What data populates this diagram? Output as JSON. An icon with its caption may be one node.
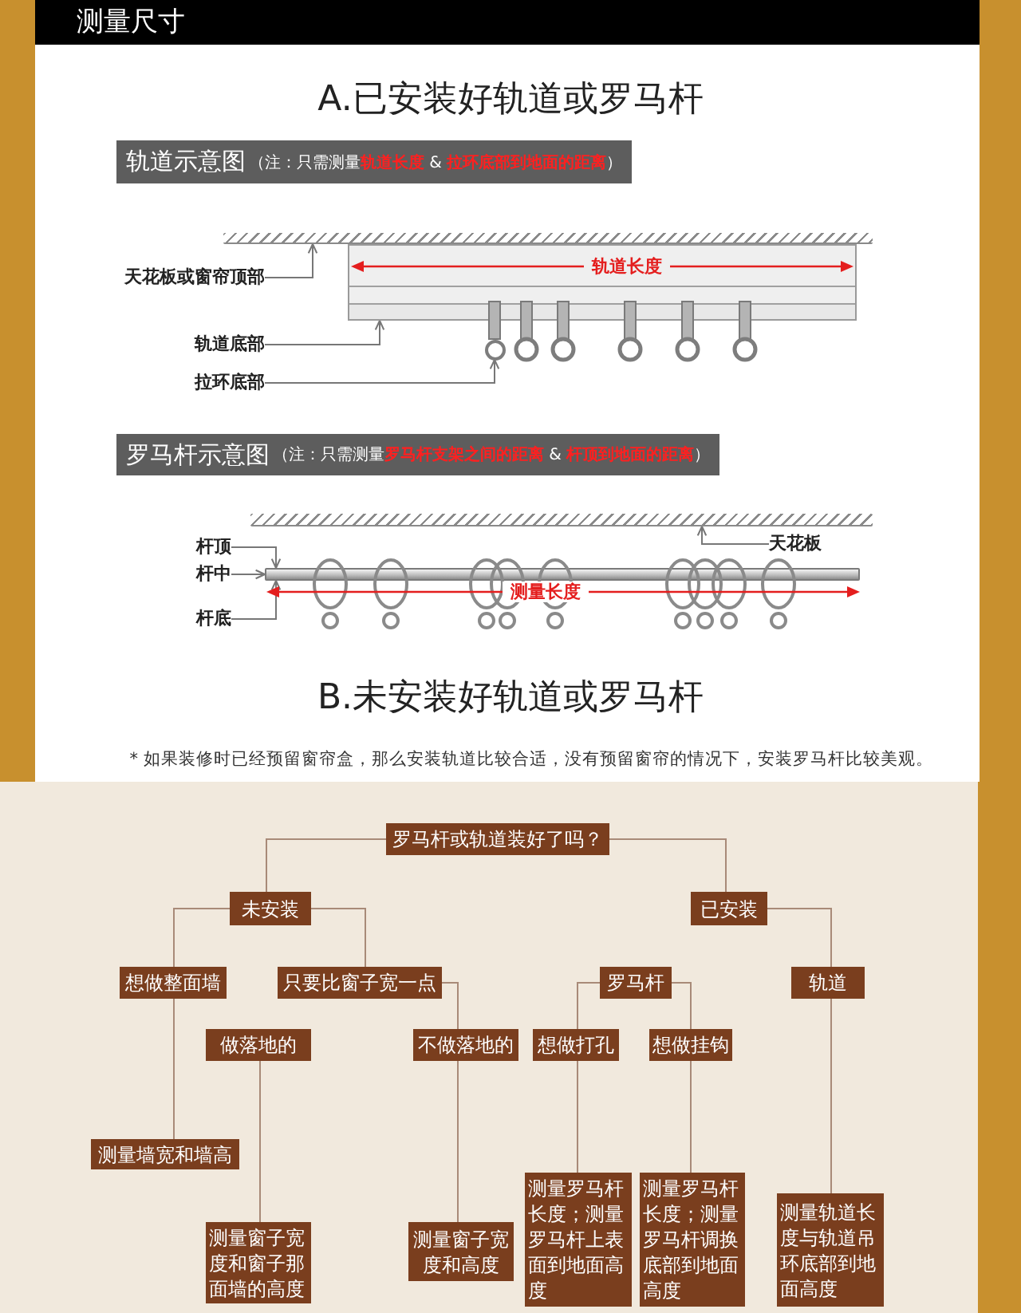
{
  "diagram": {
    "title": "测量尺寸",
    "nodes": [
      {
        "text": [
          "轨道示意图",
          "（注：只需测量**轨道长度** & **拉环底部到地面的距离**）"
        ]
      },
      {
        "text": [],
        "shape": "bar"
      },
      {
        "text": [],
        "shape": "box"
      },
      {
        "text": [
          "天花板或窗帘顶部"
        ]
      },
      {
        "text": [
          "轨道底部"
        ]
      },
      {
        "text": [],
        "shape": "circle"
      },
      {
        "text": [
          "拉环底部"
        ]
      },
      {
        "text": [
          "罗马杆示意图",
          "（注：只需测量**罗马杆支架之间的距离** & **杆顶到地面的距离**）"
        ]
      },
      {
        "text": [],
        "shape": "bar"
      },
      {
        "text": [
          "杆顶"
        ]
      },
      {
        "text": [
          "天花板"
        ]
      },
      {
        "text": [
          "杆中"
        ]
      },
      {
        "text": [],
        "shape": "bar"
      },
      {
        "text": [
          "杆底"
        ]
      },
      {
        "text": [
          "罗马杆或轨道装好了吗？"
        ]
      },
      {
        "text": [
          "未安装"
        ]
      },
      {
        "text": [
          "已安装"
        ]
      },
      {
        "text": [
          "想做整面墙"
        ]
      },
      {
        "text": [
          "只要比窗子宽一点"
        ]
      },
      {
        "text": [
          "罗马杆"
        ]
      },
      {
        "text": [
          "轨道"
        ]
      },
      {
        "text": [
          "做落地的"
        ]
      },
      {
        "text": [
          "不做落地的"
        ]
      },
      {
        "text": [
          "想做打孔"
        ]
      },
      {
        "text": [
          "想做挂钩"
        ]
      },
      {
        "text": [
          "测量墙宽和墙高"
        ]
      },
      {
        "text": [
          "测量窗子宽度和窗子那面墙的高度"
        ]
      },
      {
        "text": [
          "测量窗子宽度和高度"
        ]
      },
      {
        "text": [
          "测量罗马杆长度；测量罗马杆上表面到地面高度"
        ]
      },
      {
        "text": [
          "测量罗马杆长度；测量罗马杆调换底部到地面高度"
        ]
      },
      {
        "text": [
          "测量轨道长度与轨道吊环底部到地面高度"
        ]
      }
    ],
    "edges": [
      {
        "from": 3,
        "to": 1,
        "arrow": "to",
        "color": "#777777"
      },
      {
        "from": 4,
        "to": 2,
        "arrow": "to",
        "color": "#777777"
      },
      {
        "from": 6,
        "to": 5,
        "arrow": "to",
        "color": "#777777"
      },
      {
        "from": 9,
        "to": 12,
        "arrow": "to",
        "color": "#777777"
      },
      {
        "from": 10,
        "to": 8,
        "arrow": "to",
        "color": "#777777"
      },
      {
        "from": 11,
        "to": 12,
        "arrow": "to",
        "color": "#777777"
      },
      {
        "from": 13,
        "to": 12,
        "arrow": "to",
        "color": "#777777"
      },
      {
        "from": 14,
        "to": 15,
        "arrow": "none"
      },
      {
        "from": 14,
        "to": 16,
        "arrow": "none"
      },
      {
        "from": 15,
        "to": 17,
        "arrow": "none"
      },
      {
        "from": 15,
        "to": 18,
        "arrow": "none"
      },
      {
        "from": 16,
        "to": 20,
        "arrow": "none"
      },
      {
        "from": 18,
        "to": 22,
        "arrow": "none"
      },
      {
        "from": 19,
        "to": 23,
        "arrow": "none"
      },
      {
        "from": 19,
        "to": 24,
        "arrow": "none"
      },
      {
        "from": 17,
        "to": 25,
        "arrow": "none"
      },
      {
        "from": 21,
        "to": 26,
        "arrow": "none"
      },
      {
        "from": 22,
        "to": 27,
        "arrow": "none"
      },
      {
        "from": 23,
        "to": 28,
        "arrow": "none"
      },
      {
        "from": 24,
        "to": 29,
        "arrow": "none"
      },
      {
        "from": 20,
        "to": 30,
        "arrow": "none"
      }
    ],
    "labels": [
      "A.已安装好轨道或罗马杆",
      "轨道长度",
      "测量长度",
      "B.未安装好轨道或罗马杆",
      "* 如果装修时已经预留窗帘盒，那么安装轨道比较合适，没有预留窗帘的情况下，安装罗马杆比较美观。"
    ]
  }
}
